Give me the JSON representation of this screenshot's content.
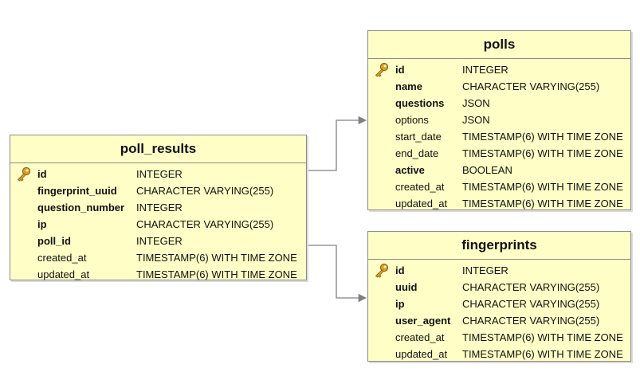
{
  "entities": {
    "polls": {
      "title": "polls",
      "columns": [
        {
          "name": "id",
          "type": "INTEGER",
          "primary_key": true,
          "bold": true
        },
        {
          "name": "name",
          "type": "CHARACTER VARYING(255)",
          "bold": true
        },
        {
          "name": "questions",
          "type": "JSON",
          "bold": true
        },
        {
          "name": "options",
          "type": "JSON",
          "bold": false
        },
        {
          "name": "start_date",
          "type": "TIMESTAMP(6) WITH TIME ZONE",
          "bold": false
        },
        {
          "name": "end_date",
          "type": "TIMESTAMP(6) WITH TIME ZONE",
          "bold": false
        },
        {
          "name": "active",
          "type": "BOOLEAN",
          "bold": true
        },
        {
          "name": "created_at",
          "type": "TIMESTAMP(6) WITH TIME ZONE",
          "bold": false
        },
        {
          "name": "updated_at",
          "type": "TIMESTAMP(6) WITH TIME ZONE",
          "bold": false
        }
      ]
    },
    "poll_results": {
      "title": "poll_results",
      "columns": [
        {
          "name": "id",
          "type": "INTEGER",
          "primary_key": true,
          "bold": true
        },
        {
          "name": "fingerprint_uuid",
          "type": "CHARACTER VARYING(255)",
          "bold": true
        },
        {
          "name": "question_number",
          "type": "INTEGER",
          "bold": true
        },
        {
          "name": "ip",
          "type": "CHARACTER VARYING(255)",
          "bold": true
        },
        {
          "name": "poll_id",
          "type": "INTEGER",
          "bold": true
        },
        {
          "name": "created_at",
          "type": "TIMESTAMP(6) WITH TIME ZONE",
          "bold": false
        },
        {
          "name": "updated_at",
          "type": "TIMESTAMP(6) WITH TIME ZONE",
          "bold": false
        }
      ]
    },
    "fingerprints": {
      "title": "fingerprints",
      "columns": [
        {
          "name": "id",
          "type": "INTEGER",
          "primary_key": true,
          "bold": true
        },
        {
          "name": "uuid",
          "type": "CHARACTER VARYING(255)",
          "bold": true
        },
        {
          "name": "ip",
          "type": "CHARACTER VARYING(255)",
          "bold": true
        },
        {
          "name": "user_agent",
          "type": "CHARACTER VARYING(255)",
          "bold": true
        },
        {
          "name": "created_at",
          "type": "TIMESTAMP(6) WITH TIME ZONE",
          "bold": false
        },
        {
          "name": "updated_at",
          "type": "TIMESTAMP(6) WITH TIME ZONE",
          "bold": false
        }
      ]
    }
  },
  "relationships": [
    {
      "from": "poll_results",
      "to": "polls"
    },
    {
      "from": "poll_results",
      "to": "fingerprints"
    }
  ],
  "colors": {
    "entity_fill": "#fefec6",
    "border": "#8c8c8c",
    "connector": "#808080",
    "key_icon": "#d9a02b"
  },
  "icons": {
    "primary_key": "key-icon"
  }
}
